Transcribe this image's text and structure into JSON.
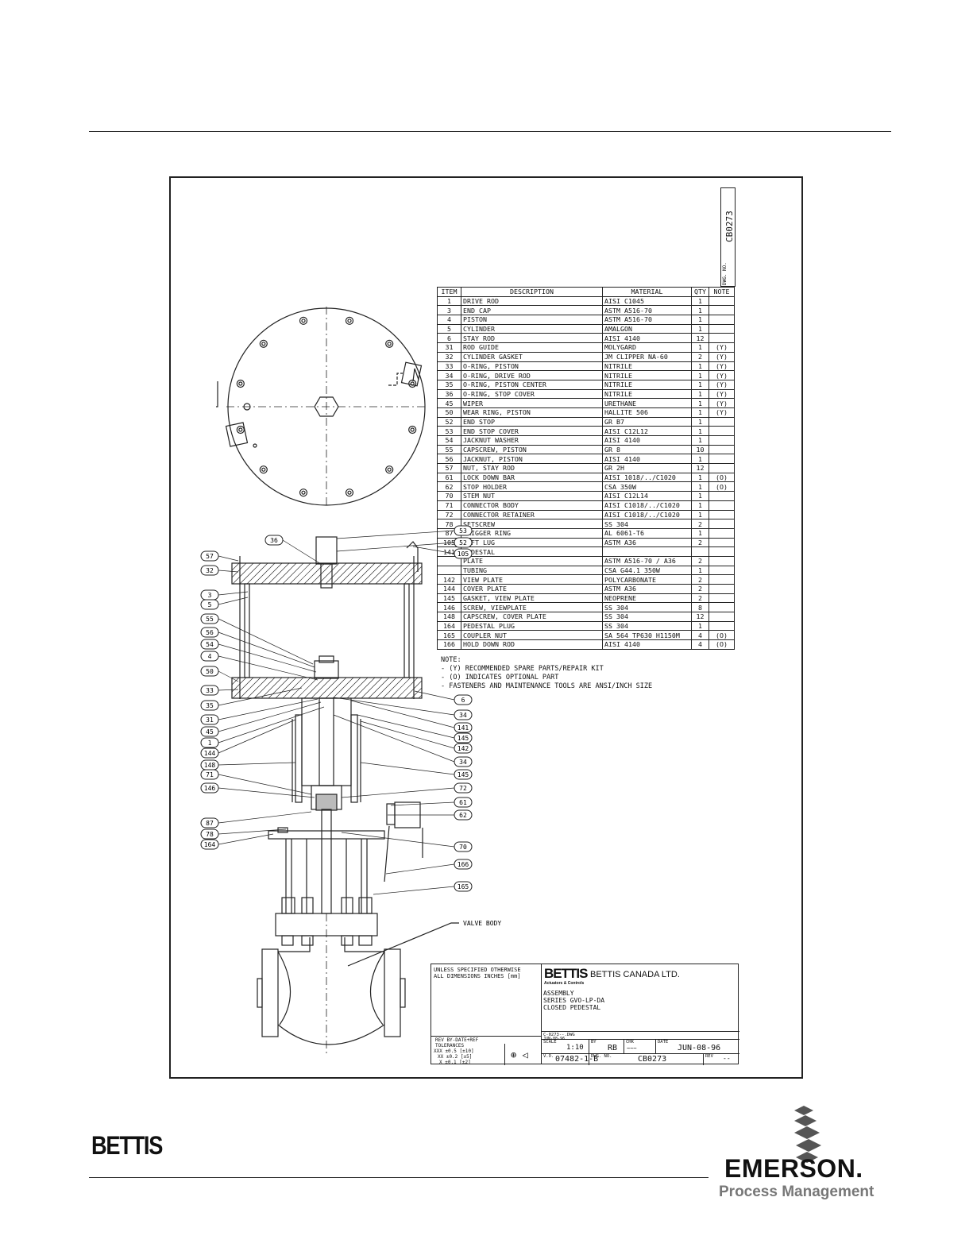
{
  "drawing_no_label": "DWG. NO.",
  "drawing_no": "CB0273",
  "bom": {
    "headers": {
      "item": "ITEM",
      "description": "DESCRIPTION",
      "material": "MATERIAL",
      "qty": "QTY",
      "note": "NOTE"
    },
    "rows": [
      {
        "item": "1",
        "desc": "DRIVE ROD",
        "mat": "AISI C1045",
        "qty": "1",
        "note": ""
      },
      {
        "item": "3",
        "desc": "END CAP",
        "mat": "ASTM A516-70",
        "qty": "1",
        "note": ""
      },
      {
        "item": "4",
        "desc": "PISTON",
        "mat": "ASTM A516-70",
        "qty": "1",
        "note": ""
      },
      {
        "item": "5",
        "desc": "CYLINDER",
        "mat": "AMALGON",
        "qty": "1",
        "note": ""
      },
      {
        "item": "6",
        "desc": "STAY ROD",
        "mat": "AISI 4140",
        "qty": "12",
        "note": ""
      },
      {
        "item": "31",
        "desc": "ROD GUIDE",
        "mat": "MOLYGARD",
        "qty": "1",
        "note": "(Y)"
      },
      {
        "item": "32",
        "desc": "CYLINDER GASKET",
        "mat": "JM CLIPPER NA-60",
        "qty": "2",
        "note": "(Y)"
      },
      {
        "item": "33",
        "desc": "O-RING, PISTON",
        "mat": "NITRILE",
        "qty": "1",
        "note": "(Y)"
      },
      {
        "item": "34",
        "desc": "O-RING, DRIVE ROD",
        "mat": "NITRILE",
        "qty": "1",
        "note": "(Y)"
      },
      {
        "item": "35",
        "desc": "O-RING, PISTON CENTER",
        "mat": "NITRILE",
        "qty": "1",
        "note": "(Y)"
      },
      {
        "item": "36",
        "desc": "O-RING, STOP COVER",
        "mat": "NITRILE",
        "qty": "1",
        "note": "(Y)"
      },
      {
        "item": "45",
        "desc": "WIPER",
        "mat": "URETHANE",
        "qty": "1",
        "note": "(Y)"
      },
      {
        "item": "50",
        "desc": "WEAR RING, PISTON",
        "mat": "HALLITE 506",
        "qty": "1",
        "note": "(Y)"
      },
      {
        "item": "52",
        "desc": "END STOP",
        "mat": "GR B7",
        "qty": "1",
        "note": ""
      },
      {
        "item": "53",
        "desc": "END STOP COVER",
        "mat": "AISI C12L12",
        "qty": "1",
        "note": ""
      },
      {
        "item": "54",
        "desc": "JACKNUT WASHER",
        "mat": "AISI 4140",
        "qty": "1",
        "note": ""
      },
      {
        "item": "55",
        "desc": "CAPSCREW, PISTON",
        "mat": "GR 8",
        "qty": "10",
        "note": ""
      },
      {
        "item": "56",
        "desc": "JACKNUT, PISTON",
        "mat": "AISI 4140",
        "qty": "1",
        "note": ""
      },
      {
        "item": "57",
        "desc": "NUT, STAY ROD",
        "mat": "GR 2H",
        "qty": "12",
        "note": ""
      },
      {
        "item": "61",
        "desc": "LOCK DOWN BAR",
        "mat": "AISI 1018/../C1020",
        "qty": "1",
        "note": "(O)"
      },
      {
        "item": "62",
        "desc": "STOP HOLDER",
        "mat": "CSA 350W",
        "qty": "1",
        "note": "(O)"
      },
      {
        "item": "70",
        "desc": "STEM NUT",
        "mat": "AISI C12L14",
        "qty": "1",
        "note": ""
      },
      {
        "item": "71",
        "desc": "CONNECTOR BODY",
        "mat": "AISI C1018/../C1020",
        "qty": "1",
        "note": ""
      },
      {
        "item": "72",
        "desc": "CONNECTOR RETAINER",
        "mat": "AISI C1018/../C1020",
        "qty": "1",
        "note": ""
      },
      {
        "item": "78",
        "desc": "SETSCREW",
        "mat": "SS 304",
        "qty": "2",
        "note": ""
      },
      {
        "item": "87",
        "desc": "TRIGGER RING",
        "mat": "AL 6061-T6",
        "qty": "1",
        "note": ""
      },
      {
        "item": "105",
        "desc": "LIFT LUG",
        "mat": "ASTM A36",
        "qty": "2",
        "note": ""
      },
      {
        "item": "141",
        "desc": "PEDESTAL",
        "mat": "",
        "qty": "",
        "note": ""
      },
      {
        "item": "",
        "desc": "  PLATE",
        "mat": "ASTM A516-70 / A36",
        "qty": "2",
        "note": ""
      },
      {
        "item": "",
        "desc": "  TUBING",
        "mat": "CSA G44.1 350W",
        "qty": "1",
        "note": ""
      },
      {
        "item": "142",
        "desc": "VIEW PLATE",
        "mat": "POLYCARBONATE",
        "qty": "2",
        "note": ""
      },
      {
        "item": "144",
        "desc": "COVER PLATE",
        "mat": "ASTM A36",
        "qty": "2",
        "note": ""
      },
      {
        "item": "145",
        "desc": "GASKET, VIEW PLATE",
        "mat": "NEOPRENE",
        "qty": "2",
        "note": ""
      },
      {
        "item": "146",
        "desc": "SCREW, VIEWPLATE",
        "mat": "SS 304",
        "qty": "8",
        "note": ""
      },
      {
        "item": "148",
        "desc": "CAPSCREW, COVER PLATE",
        "mat": "SS 304",
        "qty": "12",
        "note": ""
      },
      {
        "item": "164",
        "desc": "PEDESTAL PLUG",
        "mat": "SS 304",
        "qty": "1",
        "note": ""
      },
      {
        "item": "165",
        "desc": "COUPLER NUT",
        "mat": "SA 564 TP630 H1150M",
        "qty": "4",
        "note": "(O)"
      },
      {
        "item": "166",
        "desc": "HOLD DOWN ROD",
        "mat": "AISI 4140",
        "qty": "4",
        "note": "(O)"
      }
    ]
  },
  "notes": {
    "title": "NOTE:",
    "lines": [
      "- (Y) RECOMMENDED SPARE PARTS/REPAIR KIT",
      "- (O) INDICATES OPTIONAL PART",
      "- FASTENERS AND MAINTENANCE TOOLS ARE ANSI/INCH SIZE"
    ]
  },
  "callouts_left": [
    "57",
    "32",
    "3",
    "5",
    "55",
    "56",
    "54",
    "4",
    "50",
    "33",
    "35",
    "31",
    "45",
    "1",
    "144",
    "148",
    "71",
    "146",
    "87",
    "78",
    "164"
  ],
  "callouts_right": [
    "53",
    "52",
    "105",
    "6",
    "34",
    "141",
    "145",
    "142",
    "34",
    "145",
    "72",
    "61",
    "62",
    "70",
    "166",
    "165"
  ],
  "callout_top": "36",
  "valve_body_label": "VALVE BODY",
  "title_block": {
    "unless": "UNLESS SPECIFIED OTHERWISE",
    "dims": "ALL DIMENSIONS INCHES [mm]",
    "brand": "BETTIS",
    "brand_sub": "Actuators & Controls",
    "company": "BETTIS CANADA LTD.",
    "title1": "ASSEMBLY",
    "title2": "SERIES GVO-LP-DA",
    "title3": "CLOSED PEDESTAL",
    "rev_ref": "REV BY-DATE+REF",
    "tolerances": "TOLERANCES",
    "tol1": "XXX ±0.5 [±10]",
    "tol2": "XX ±0.2 [±5]",
    "tol3": "X ±0.1 [±2]",
    "file": "C-0273--.DWG",
    "file_date": "JUN-08-96",
    "scale_label": "SCALE",
    "scale": "1:10",
    "by_label": "BY",
    "by": "RB",
    "chk_label": "CHK",
    "date_label": "DATE",
    "date": "JUN-08-96",
    "vo_label": "V.O.",
    "vo": "07482-1-B",
    "dwg_label": "DWG. NO.",
    "dwg": "CB0273",
    "rev_label": "REV",
    "rev": "--"
  },
  "footer": {
    "bettis": "BETTIS",
    "emerson": "EMERSON.",
    "process_management": "Process Management"
  }
}
